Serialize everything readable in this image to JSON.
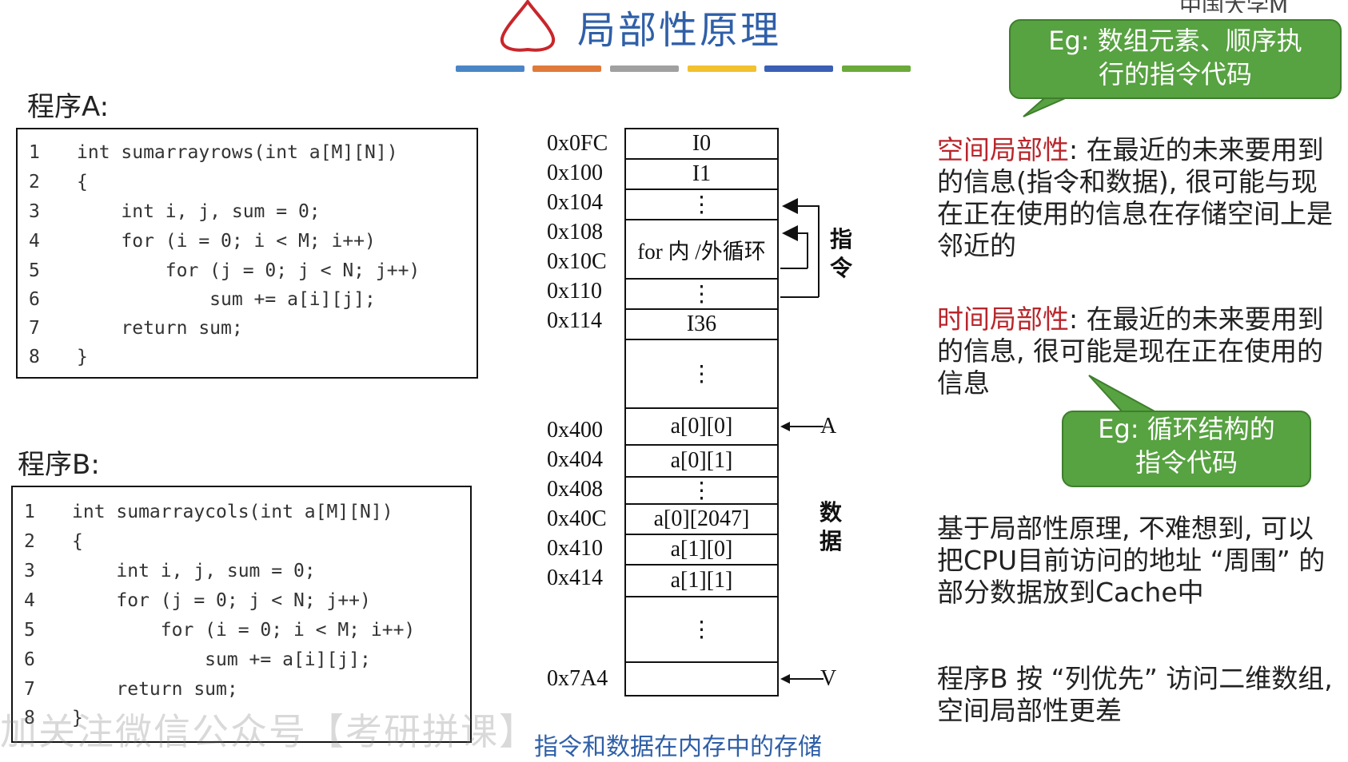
{
  "header": {
    "title": "局部性原理",
    "stripe_colors": [
      "#4a86c5",
      "#e07a3a",
      "#a0a0a0",
      "#f2c12e",
      "#3a5fb5",
      "#6aaa3a"
    ],
    "logo_fragment": "中国大学M"
  },
  "program_a": {
    "label": "程序A:",
    "lines": [
      {
        "n": "1",
        "code": "int sumarrayrows(int a[M][N])"
      },
      {
        "n": "2",
        "code": "{"
      },
      {
        "n": "3",
        "code": "    int i, j, sum = 0;"
      },
      {
        "n": "4",
        "code": "    for (i = 0; i < M; i++)"
      },
      {
        "n": "5",
        "code": "        for (j = 0; j < N; j++)"
      },
      {
        "n": "6",
        "code": "            sum += a[i][j];"
      },
      {
        "n": "7",
        "code": "    return sum;"
      },
      {
        "n": "8",
        "code": "}"
      }
    ]
  },
  "program_b": {
    "label": "程序B:",
    "lines": [
      {
        "n": "1",
        "code": "int sumarraycols(int a[M][N])"
      },
      {
        "n": "2",
        "code": "{"
      },
      {
        "n": "3",
        "code": "    int i, j, sum = 0;"
      },
      {
        "n": "4",
        "code": "    for (j = 0; j < N; j++)"
      },
      {
        "n": "5",
        "code": "        for (i = 0; i < M; i++)"
      },
      {
        "n": "6",
        "code": "            sum += a[i][j];"
      },
      {
        "n": "7",
        "code": "    return sum;"
      },
      {
        "n": "8",
        "code": "}"
      }
    ]
  },
  "memory": {
    "addresses": [
      "0x0FC",
      "0x100",
      "0x104",
      "0x108",
      "0x10C",
      "0x110",
      "0x114",
      "0x400",
      "0x404",
      "0x408",
      "0x40C",
      "0x410",
      "0x414",
      "0x7A4"
    ],
    "cells": [
      "I0",
      "I1",
      "⋮",
      "for 内 /外循环",
      "⋮",
      "I36",
      "⋮",
      "a[0][0]",
      "a[0][1]",
      "⋮",
      "a[0][2047]",
      "a[1][0]",
      "a[1][1]",
      "⋮",
      ""
    ],
    "instr_label": "指令",
    "data_label": "数据",
    "pointer_a": "A",
    "pointer_v": "V",
    "caption": "指令和数据在内存中的存储"
  },
  "right": {
    "bubble_top": "Eg: 数组元素、顺序执行的指令代码",
    "bubble_top_line1": "Eg: 数组元素、顺序执",
    "bubble_top_line2": "行的指令代码",
    "spatial_term": "空间局部性",
    "spatial_text": ": 在最近的未来要用到的信息(指令和数据), 很可能与现在正在使用的信息在存储空间上是邻近的",
    "temporal_term": "时间局部性",
    "temporal_text": ": 在最近的未来要用到的信息, 很可能是现在正在使用的信息",
    "bubble_mid_line1": "Eg: 循环结构的",
    "bubble_mid_line2": "指令代码",
    "principle_text": "基于局部性原理, 不难想到, 可以把CPU目前访问的地址 “周围” 的部分数据放到Cache中",
    "program_b_text": "程序B 按 “列优先” 访问二维数组, 空间局部性更差",
    "accent_red": "#b8262b",
    "bubble_green": "#57a241"
  },
  "watermark": "加关注微信公众号【考研拼课】"
}
